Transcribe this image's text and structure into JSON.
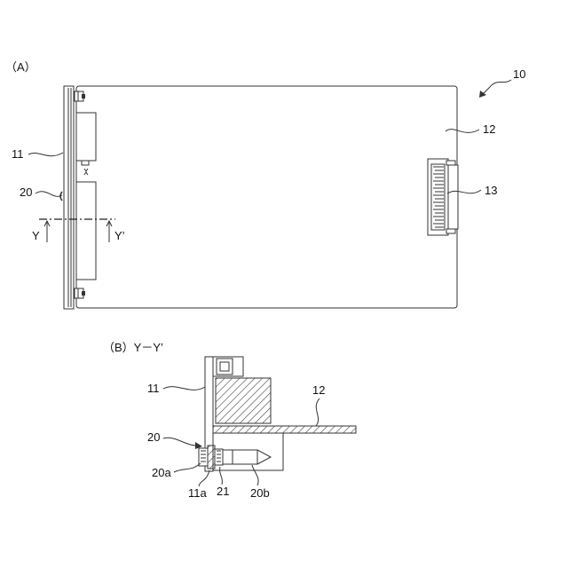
{
  "figure": {
    "panel_a_label": "（A）",
    "panel_b_label": "（B）Y－Y’",
    "labels": {
      "ref_10": "10",
      "ref_11": "11",
      "ref_12": "12",
      "ref_13": "13",
      "ref_20": "20",
      "section_y_left": "Y",
      "section_y_right": "Y’",
      "b_11": "11",
      "b_12": "12",
      "b_20": "20",
      "b_20a": "20a",
      "b_11a": "11a",
      "b_21": "21",
      "b_20b": "20b"
    }
  }
}
